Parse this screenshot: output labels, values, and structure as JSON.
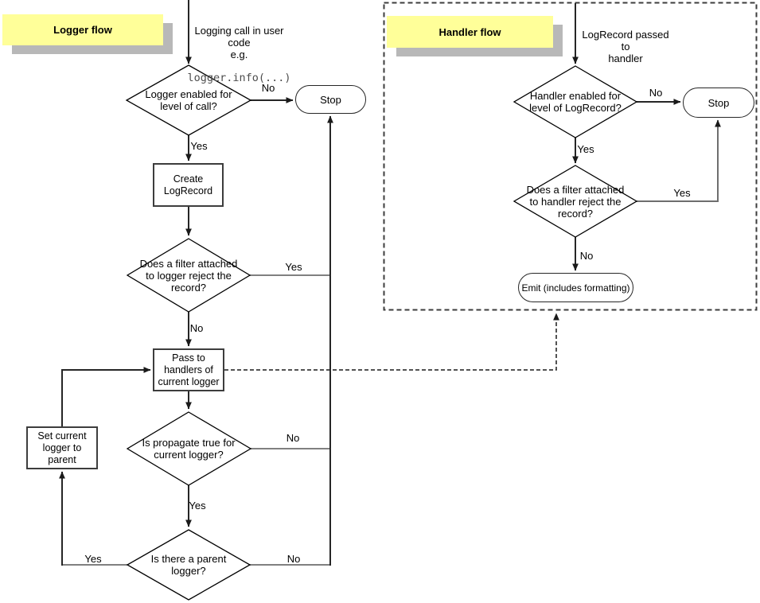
{
  "diagram": {
    "colors": {
      "note_fill": "#ffff99",
      "note_shadow": "#b8b8b8",
      "line_dark": "#262626",
      "line_gray": "#808080"
    },
    "logger_flow": {
      "label": "Logger flow",
      "start": {
        "text": "Logging call in user\ncode\ne.g.",
        "code": "logger.info(...)"
      },
      "nodes": {
        "level_check": "Logger enabled for\nlevel of call?",
        "stop": "Stop",
        "create_record": "Create\nLogRecord",
        "filter_check": "Does a filter attached\nto logger reject the\nrecord?",
        "pass_handlers": "Pass to\nhandlers of\ncurrent logger",
        "propagate_check": "Is propagate true for\ncurrent logger?",
        "parent_check": "Is there a parent\nlogger?",
        "set_parent": "Set current\nlogger to parent"
      },
      "edge_labels": {
        "level_no": "No",
        "level_yes": "Yes",
        "filter_yes": "Yes",
        "filter_no": "No",
        "propagate_no": "No",
        "propagate_yes": "Yes",
        "parent_yes": "Yes",
        "parent_no": "No"
      }
    },
    "handler_flow": {
      "label": "Handler flow",
      "start": {
        "text": "LogRecord passed to\nhandler"
      },
      "nodes": {
        "level_check": "Handler enabled for\nlevel of LogRecord?",
        "stop": "Stop",
        "filter_check": "Does a filter attached\nto handler reject the\nrecord?",
        "emit": "Emit (includes formatting)"
      },
      "edge_labels": {
        "level_no": "No",
        "level_yes": "Yes",
        "filter_yes": "Yes",
        "filter_no": "No"
      }
    }
  }
}
